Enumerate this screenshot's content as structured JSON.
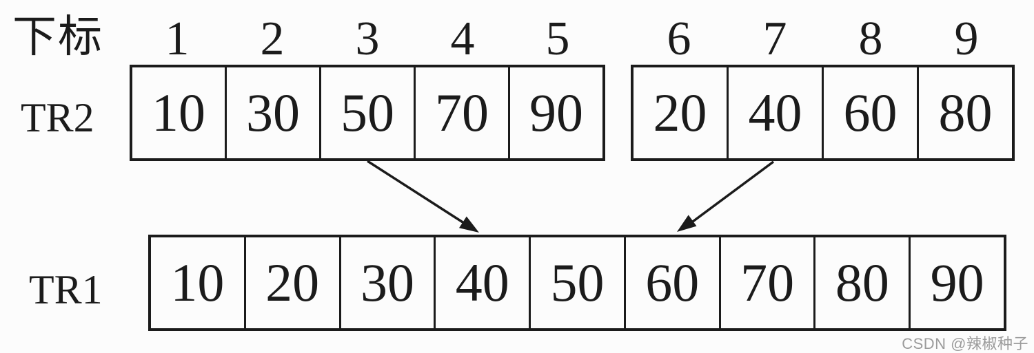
{
  "header": {
    "index_label": "下标",
    "indices": [
      "1",
      "2",
      "3",
      "4",
      "5",
      "6",
      "7",
      "8",
      "9"
    ]
  },
  "tr2": {
    "label": "TR2",
    "left_run": [
      "10",
      "30",
      "50",
      "70",
      "90"
    ],
    "right_run": [
      "20",
      "40",
      "60",
      "80"
    ]
  },
  "tr1": {
    "label": "TR1",
    "values": [
      "10",
      "20",
      "30",
      "40",
      "50",
      "60",
      "70",
      "80",
      "90"
    ]
  },
  "arrows": [
    {
      "from": "TR2 index 3 (value 50)",
      "to": "TR1 cell containing 40"
    },
    {
      "from": "TR2 index 7 (value 40)",
      "to": "TR1 cell containing 60"
    }
  ],
  "watermark": {
    "text": "CSDN @辣椒种子"
  },
  "colors": {
    "ink": "#1b1b1b",
    "background": "#fcfcfc",
    "watermark": "#9b9b9b"
  }
}
